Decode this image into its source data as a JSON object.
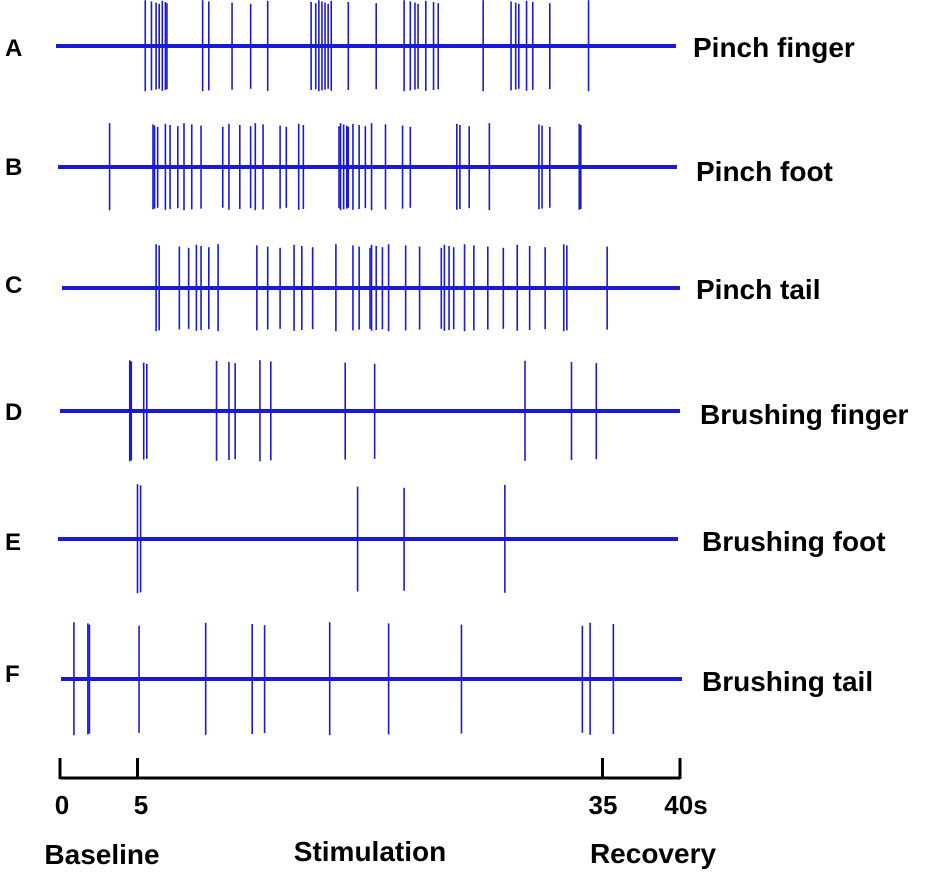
{
  "chart_data": {
    "type": "raster",
    "xlim": [
      0,
      40
    ],
    "x_unit": "s",
    "x_ticks": [
      {
        "value": 0,
        "label": "0"
      },
      {
        "value": 5,
        "label": "5"
      },
      {
        "value": 35,
        "label": "35"
      },
      {
        "value": 40,
        "label": "40s"
      }
    ],
    "phases": [
      {
        "label": "Baseline",
        "center": 2.6
      },
      {
        "label": "Stimulation",
        "center": 20.5
      },
      {
        "label": "Recovery",
        "center": 37.1
      }
    ],
    "trace_color": "#1a1ad6",
    "series": [
      {
        "letter": "A",
        "name": "Pinch finger",
        "spikes": [
          5.5,
          5.9,
          6.2,
          6.4,
          6.6,
          6.8,
          6.9,
          9.2,
          9.6,
          11.1,
          12.3,
          13.4,
          16.2,
          16.5,
          16.7,
          16.9,
          17.1,
          17.3,
          17.5,
          18.6,
          20.4,
          22.2,
          22.6,
          22.9,
          23.1,
          23.6,
          24.1,
          24.4,
          27.3,
          29.1,
          29.4,
          29.6,
          30.1,
          30.5,
          31.6,
          34.1
        ]
      },
      {
        "letter": "B",
        "name": "Pinch foot",
        "spikes": [
          3.2,
          6.0,
          6.1,
          6.3,
          6.8,
          7.1,
          7.6,
          8.0,
          8.5,
          9.1,
          10.5,
          10.9,
          11.6,
          12.3,
          12.6,
          13.1,
          14.2,
          14.6,
          15.4,
          15.7,
          18.0,
          18.1,
          18.3,
          18.5,
          18.6,
          18.9,
          19.3,
          19.7,
          20.1,
          21.0,
          22.1,
          22.6,
          25.6,
          25.8,
          26.4,
          27.7,
          30.9,
          31.1,
          31.6,
          33.5,
          33.6
        ]
      },
      {
        "letter": "C",
        "name": "Pinch tail",
        "spikes": [
          6.2,
          6.4,
          7.7,
          8.3,
          8.8,
          9.1,
          9.6,
          10.2,
          12.7,
          13.4,
          14.2,
          15.1,
          15.6,
          16.3,
          17.8,
          18.9,
          19.3,
          20.0,
          20.1,
          20.4,
          20.8,
          21.2,
          22.3,
          23.2,
          24.6,
          24.8,
          25.1,
          25.4,
          26.1,
          26.7,
          27.6,
          28.6,
          29.5,
          30.3,
          31.3,
          32.5,
          32.7,
          35.3
        ]
      },
      {
        "letter": "D",
        "name": "Brushing finger",
        "spikes": [
          4.5,
          4.6,
          5.4,
          5.6,
          10.1,
          10.9,
          11.3,
          12.9,
          13.6,
          18.4,
          20.3,
          30.0,
          33.0,
          34.6
        ]
      },
      {
        "letter": "E",
        "name": "Brushing foot",
        "spikes": [
          5.0,
          5.2,
          19.2,
          22.2,
          28.7
        ]
      },
      {
        "letter": "F",
        "name": "Brushing tail",
        "spikes": [
          0.9,
          1.8,
          1.9,
          5.1,
          9.4,
          12.4,
          13.2,
          17.4,
          21.2,
          25.9,
          33.7,
          34.2,
          35.7
        ]
      }
    ]
  }
}
